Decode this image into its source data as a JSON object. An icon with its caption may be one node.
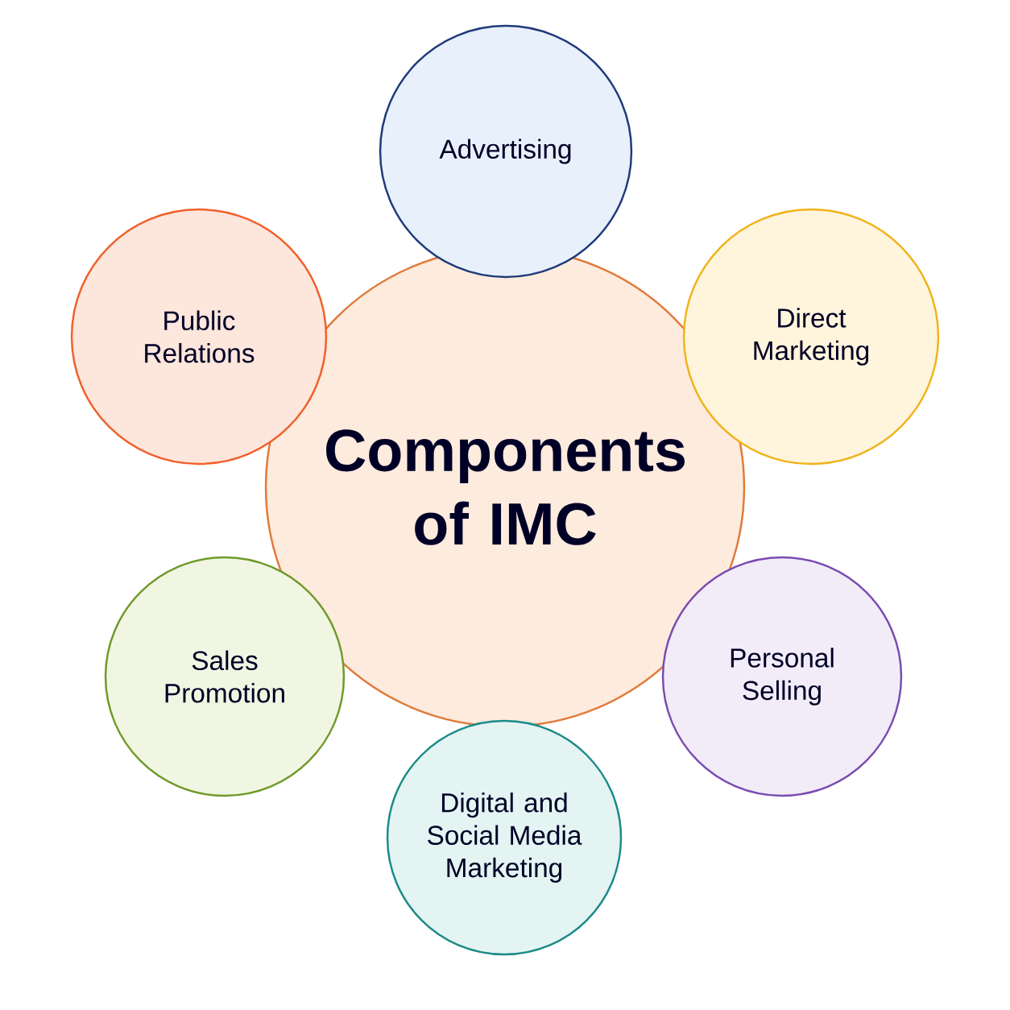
{
  "diagram": {
    "nodes": [
      {
        "text": [
          "Components of IMC"
        ]
      },
      {
        "text": [
          "Advertising"
        ]
      },
      {
        "text": [
          "Direct Marketing"
        ]
      },
      {
        "text": [
          "Personal Selling"
        ]
      },
      {
        "text": [
          "Digital and Social Media Marketing"
        ]
      },
      {
        "text": [
          "Sales Promotion"
        ]
      },
      {
        "text": [
          "Public Relations"
        ]
      }
    ]
  }
}
